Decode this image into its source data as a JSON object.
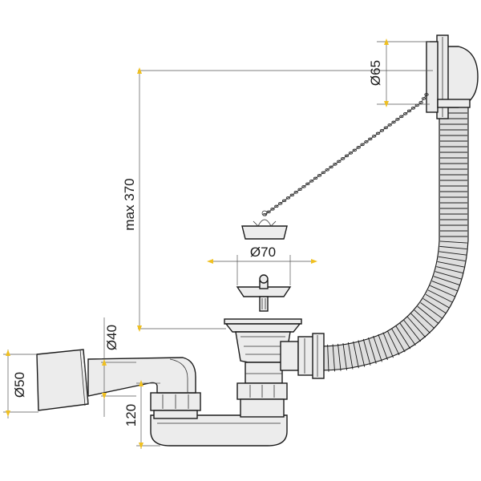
{
  "dimensions": {
    "overflow_diameter": "Ø65",
    "max_height": "max 370",
    "plug_diameter": "Ø70",
    "inlet_diameter": "Ø40",
    "outlet_diameter": "Ø50",
    "trap_height": "120"
  },
  "colors": {
    "line": "#1a1a1a",
    "fill": "#ececec",
    "hose_fill": "#dedede",
    "dimension_line": "#555555",
    "dimension_marker": "#f0c020"
  }
}
